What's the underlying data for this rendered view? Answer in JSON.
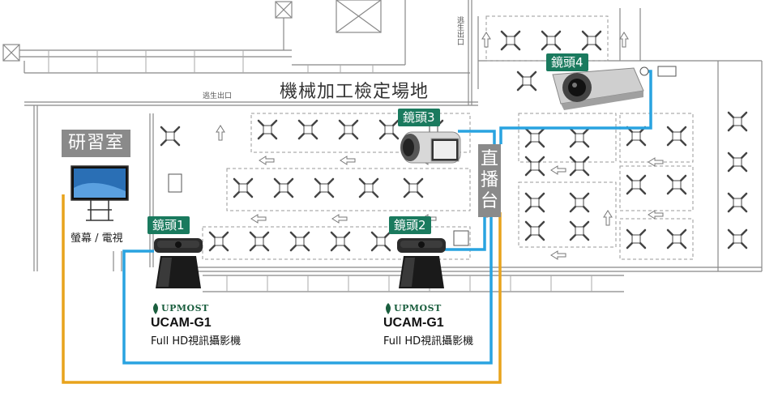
{
  "hall_title": "機械加工檢定場地",
  "exit_labels": {
    "top": "逃生出口",
    "side": "逃生出口"
  },
  "room": {
    "label": "研習室"
  },
  "screen": {
    "caption": "螢幕 / 電視"
  },
  "live_station": {
    "label": "直播台"
  },
  "cameras": [
    {
      "label": "鏡頭1"
    },
    {
      "label": "鏡頭2"
    },
    {
      "label": "鏡頭3"
    },
    {
      "label": "鏡頭4"
    }
  ],
  "products": [
    {
      "brand": "UPMOST",
      "model": "UCAM-G1",
      "description": "Full HD視訊攝影機"
    },
    {
      "brand": "UPMOST",
      "model": "UCAM-G1",
      "description": "Full HD視訊攝影機"
    }
  ],
  "colors": {
    "blue_cable": "#29a3e0",
    "orange_cable": "#e8a31c",
    "camera_tag": "#1a7a5e",
    "gray_tag": "#8a8a8a",
    "brand_green": "#1a5e3e"
  },
  "icons": [
    "webcam-icon",
    "ptz-camera-icon",
    "camcorder-icon",
    "monitor-icon",
    "machine-icon",
    "arrow-icon"
  ]
}
